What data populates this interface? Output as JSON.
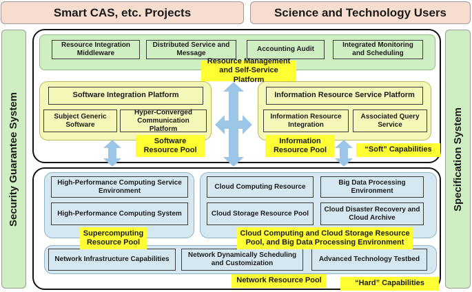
{
  "headers": {
    "left": "Smart CAS, etc. Projects",
    "right": "Science and Technology Users"
  },
  "side": {
    "left": "Security Guarantee System",
    "right": "Specification System"
  },
  "green_band": [
    "Resource Integration Middleware",
    "Distributed Service and Message",
    "Accounting Audit",
    "Integrated Monitoring and Scheduling"
  ],
  "resource_mgmt": "Resource Management and Self-Service Platform",
  "software_platform": {
    "title": "Software Integration Platform",
    "items": [
      "Subject Generic Software",
      "Hyper-Converged Communication Platform"
    ],
    "pool": "Software Resource Pool"
  },
  "info_platform": {
    "title": "Information Resource Service Platform",
    "items": [
      "Information Resource Integration",
      "Associated Query Service"
    ],
    "pool": "Information Resource Pool"
  },
  "soft_capabilities": "“Soft” Capabilities",
  "hpc": {
    "items": [
      "High-Performance Computing Service Environment",
      "High-Performance Computing System"
    ],
    "pool": "Supercomputing Resource Pool"
  },
  "cloud": {
    "items": [
      "Cloud Computing Resource",
      "Big Data Processing Environment",
      "Cloud Storage Resource Pool",
      "Cloud Disaster Recovery and Cloud Archive"
    ],
    "pool": "Cloud Computing and Cloud Storage Resource Pool, and Big Data Processing Environment"
  },
  "network": {
    "items": [
      "Network Infrastructure Capabilities",
      "Network Dynamically Scheduling and Customization",
      "Advanced Technology Testbed"
    ],
    "pool": "Network Resource Pool"
  },
  "hard_capabilities": "“Hard” Capabilities"
}
